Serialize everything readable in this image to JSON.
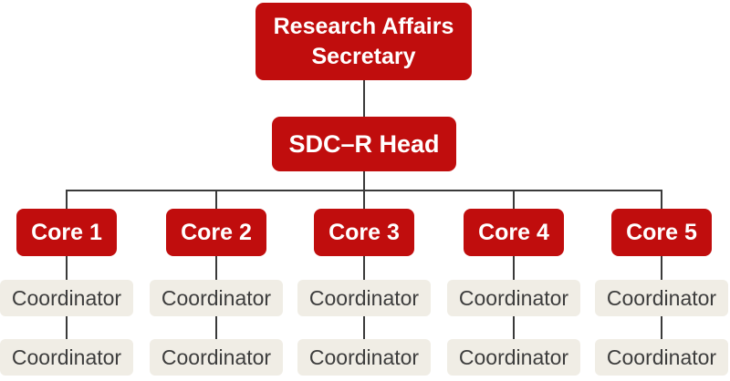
{
  "page": {
    "background": "#FFFFFF"
  },
  "chart": {
    "type": "org-chart",
    "colors": {
      "node_primary": "#C00D0D",
      "node_primary_text": "#FFFFFF",
      "node_secondary": "#F0EDE5",
      "node_secondary_text": "#3D3D3D",
      "connector": "#3A3A3A"
    },
    "root": {
      "label": "Research Affairs Secretary"
    },
    "head": {
      "label": "SDC–R Head"
    },
    "cores": [
      {
        "label": "Core 1",
        "coordinators": [
          "Coordinator",
          "Coordinator"
        ]
      },
      {
        "label": "Core 2",
        "coordinators": [
          "Coordinator",
          "Coordinator"
        ]
      },
      {
        "label": "Core 3",
        "coordinators": [
          "Coordinator",
          "Coordinator"
        ]
      },
      {
        "label": "Core 4",
        "coordinators": [
          "Coordinator",
          "Coordinator"
        ]
      },
      {
        "label": "Core 5",
        "coordinators": [
          "Coordinator",
          "Coordinator"
        ]
      }
    ]
  }
}
